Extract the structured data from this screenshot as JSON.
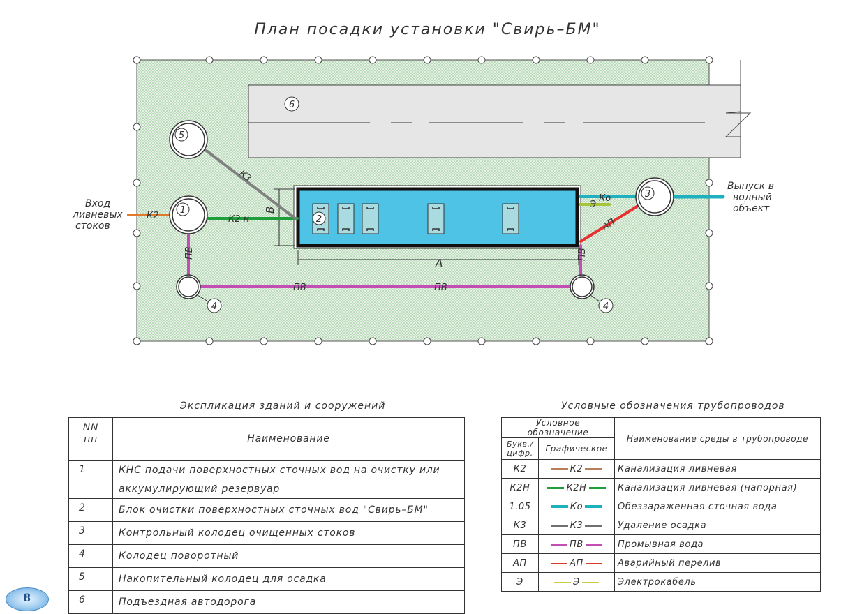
{
  "plan": {
    "title": "План посадки установки \"Свирь–БМ\"",
    "inlet_label": [
      "Вход",
      "ливневых",
      "стоков"
    ],
    "outlet_label": [
      "Выпуск в",
      "водный",
      "объект"
    ],
    "dim_a": "А",
    "dim_b": "В",
    "well_numbers": [
      "1",
      "2",
      "3",
      "4",
      "4",
      "5",
      "6"
    ],
    "pipe_labels": {
      "k2": "К2",
      "k2n": "К2 н",
      "k3": "К3",
      "ko": "Ко",
      "e": "Э",
      "ap": "АП",
      "pv": "ПВ"
    },
    "colors": {
      "ground": "#cfe6cf",
      "road": "#e6e6e6",
      "block": "#4ec3e6",
      "k2": "#e07a2a",
      "k2n": "#1f9e3c",
      "k3": "#808080",
      "ko": "#1fb0c0",
      "e": "#a8c43a",
      "ap": "#e83030",
      "pv": "#c34fb5"
    }
  },
  "explication": {
    "title": "Экспликация зданий и сооружений",
    "header_num": [
      "NN",
      "пп"
    ],
    "header_name": "Наименование",
    "rows": [
      {
        "num": "1",
        "name": [
          "КНС подачи поверхностных сточных вод на очистку или",
          "аккумулирующий резервуар"
        ]
      },
      {
        "num": "2",
        "name": [
          "Блок очистки поверхностных сточных вод \"Свирь–БМ\""
        ]
      },
      {
        "num": "3",
        "name": [
          "Контрольный колодец очищенных стоков"
        ]
      },
      {
        "num": "4",
        "name": [
          "Колодец поворотный"
        ]
      },
      {
        "num": "5",
        "name": [
          "Накопительный колодец для осадка"
        ]
      },
      {
        "num": "6",
        "name": [
          "Подъездная автодорога"
        ]
      }
    ]
  },
  "legend": {
    "title": "Условные обозначения трубопроводов",
    "header_group": "Условное обозначение",
    "header_letter": [
      "Букв./",
      "цифр."
    ],
    "header_graphic": "Графическое",
    "header_name": "Наименование среды в трубопроводе",
    "rows": [
      {
        "code": "К2",
        "label": "К2",
        "color": "#b97f57",
        "weight": 3,
        "name": "Канализация ливневая"
      },
      {
        "code": "К2Н",
        "label": "К2Н",
        "color": "#1f9e3c",
        "weight": 3,
        "name": "Канализация ливневая (напорная)"
      },
      {
        "code": "1.05",
        "label": "Ко",
        "color": "#1fb0c0",
        "weight": 4,
        "name": "Обеззараженная сточная вода"
      },
      {
        "code": "К3",
        "label": "К3",
        "color": "#707070",
        "weight": 3,
        "name": "Удаление осадка"
      },
      {
        "code": "ПВ",
        "label": "ПВ",
        "color": "#c34fb5",
        "weight": 3,
        "name": "Промывная вода"
      },
      {
        "code": "АП",
        "label": "АП",
        "color": "#d93a2a",
        "weight": 1,
        "name": "Аварийный перелив"
      },
      {
        "code": "Э",
        "label": "Э",
        "color": "#c9c94a",
        "weight": 1,
        "name": "Электрокабель"
      }
    ]
  },
  "page_badge": "8"
}
